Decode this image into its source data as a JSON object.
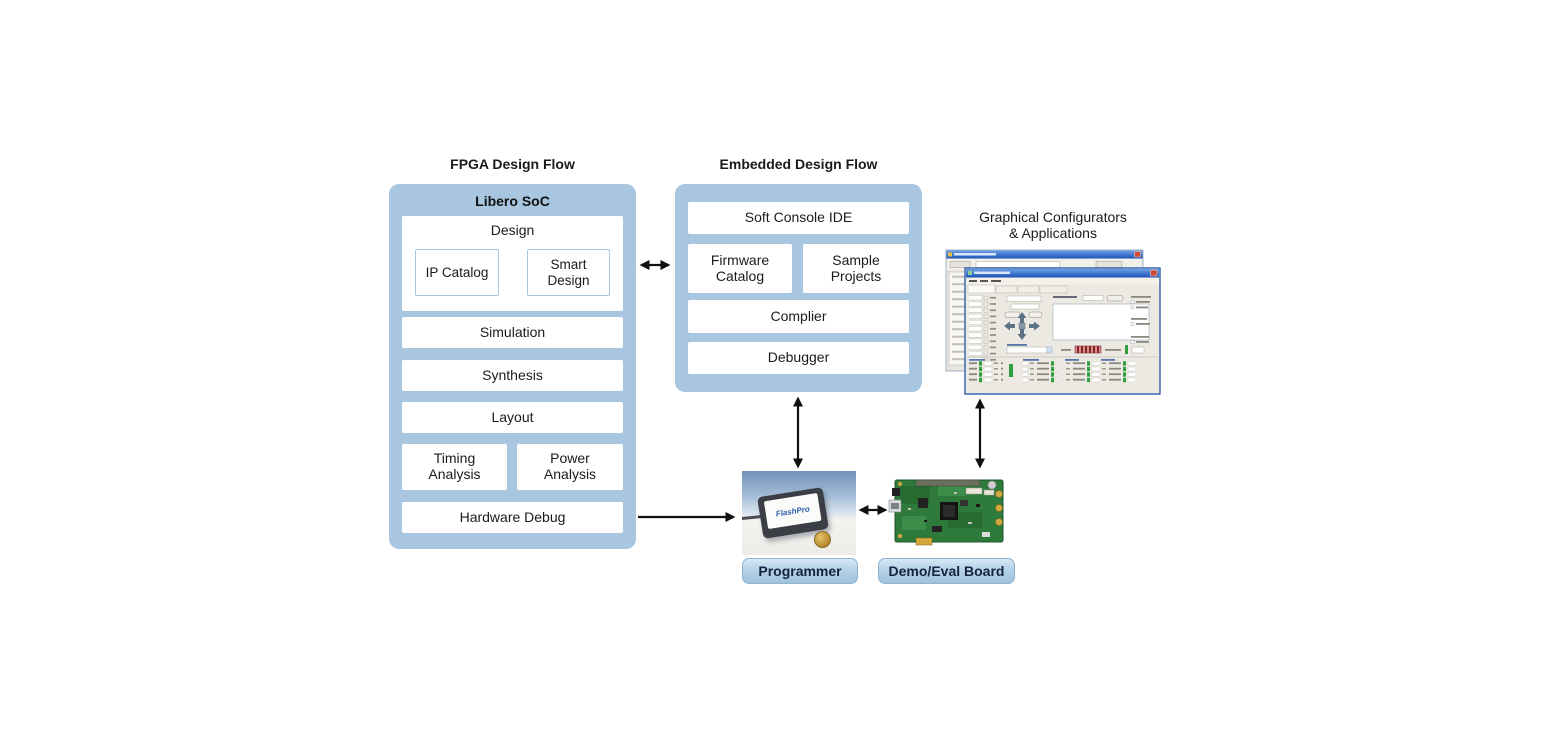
{
  "titles": {
    "fpga_flow": "FPGA Design Flow",
    "embedded_flow": "Embedded Design Flow",
    "graphical_line1": "Graphical Configurators",
    "graphical_line2": "& Applications"
  },
  "fpga_panel": {
    "header": "Libero SoC",
    "design_group": {
      "label": "Design",
      "items": [
        {
          "label": "IP Catalog"
        },
        {
          "label": "Smart Design"
        }
      ]
    },
    "steps": [
      "Simulation",
      "Synthesis",
      "Layout"
    ],
    "analysis": [
      "Timing Analysis",
      "Power Analysis"
    ],
    "hardware_debug": "Hardware Debug"
  },
  "embedded_panel": {
    "soft_console": "Soft Console IDE",
    "firmware_catalog": "Firmware Catalog",
    "sample_projects": "Sample Projects",
    "compiler": "Complier",
    "debugger": "Debugger"
  },
  "badges": {
    "programmer": "Programmer",
    "demo_board": "Demo/Eval Board"
  },
  "photos": {
    "programmer_device_label": "FlashPro"
  },
  "colors": {
    "panel_blue": "#a9c6e0",
    "inner_box_border": "#a9c6e0",
    "badge_gradient_top": "#d6e7f4",
    "badge_gradient_bottom": "#9fc2dd",
    "badge_text": "#15243d",
    "arrow_black": "#111111",
    "pcb_green": "#2e7a3a",
    "xp_titlebar_blue": "#2e5fc0"
  }
}
